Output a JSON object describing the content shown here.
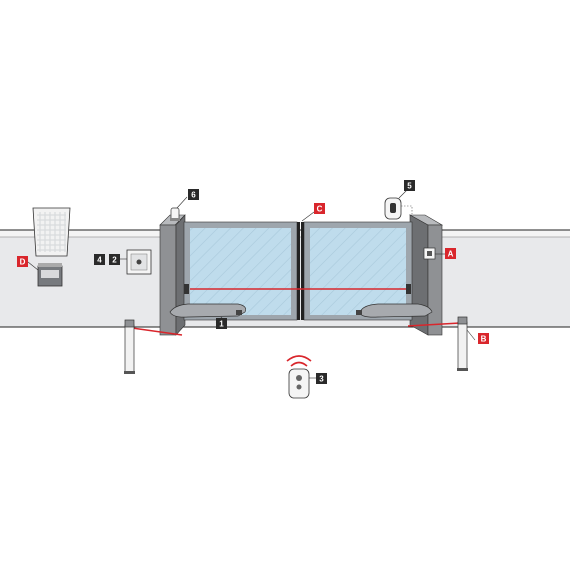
{
  "labels": {
    "n1": "1",
    "n2": "2",
    "n3": "3",
    "n4": "4",
    "n5": "5",
    "n6": "6",
    "A": "A",
    "B": "B",
    "C": "C",
    "D": "D"
  },
  "colors": {
    "wall": "#e8e9eb",
    "wall_top": "#f4f4f4",
    "pillar": "#8f9194",
    "pillar_side": "#6d6f72",
    "gate_glass": "#bfdcec",
    "gate_frame": "#9ea6ad",
    "beam": "#d9262c",
    "label_dark": "#2a2a2a",
    "label_red": "#d9262c"
  }
}
